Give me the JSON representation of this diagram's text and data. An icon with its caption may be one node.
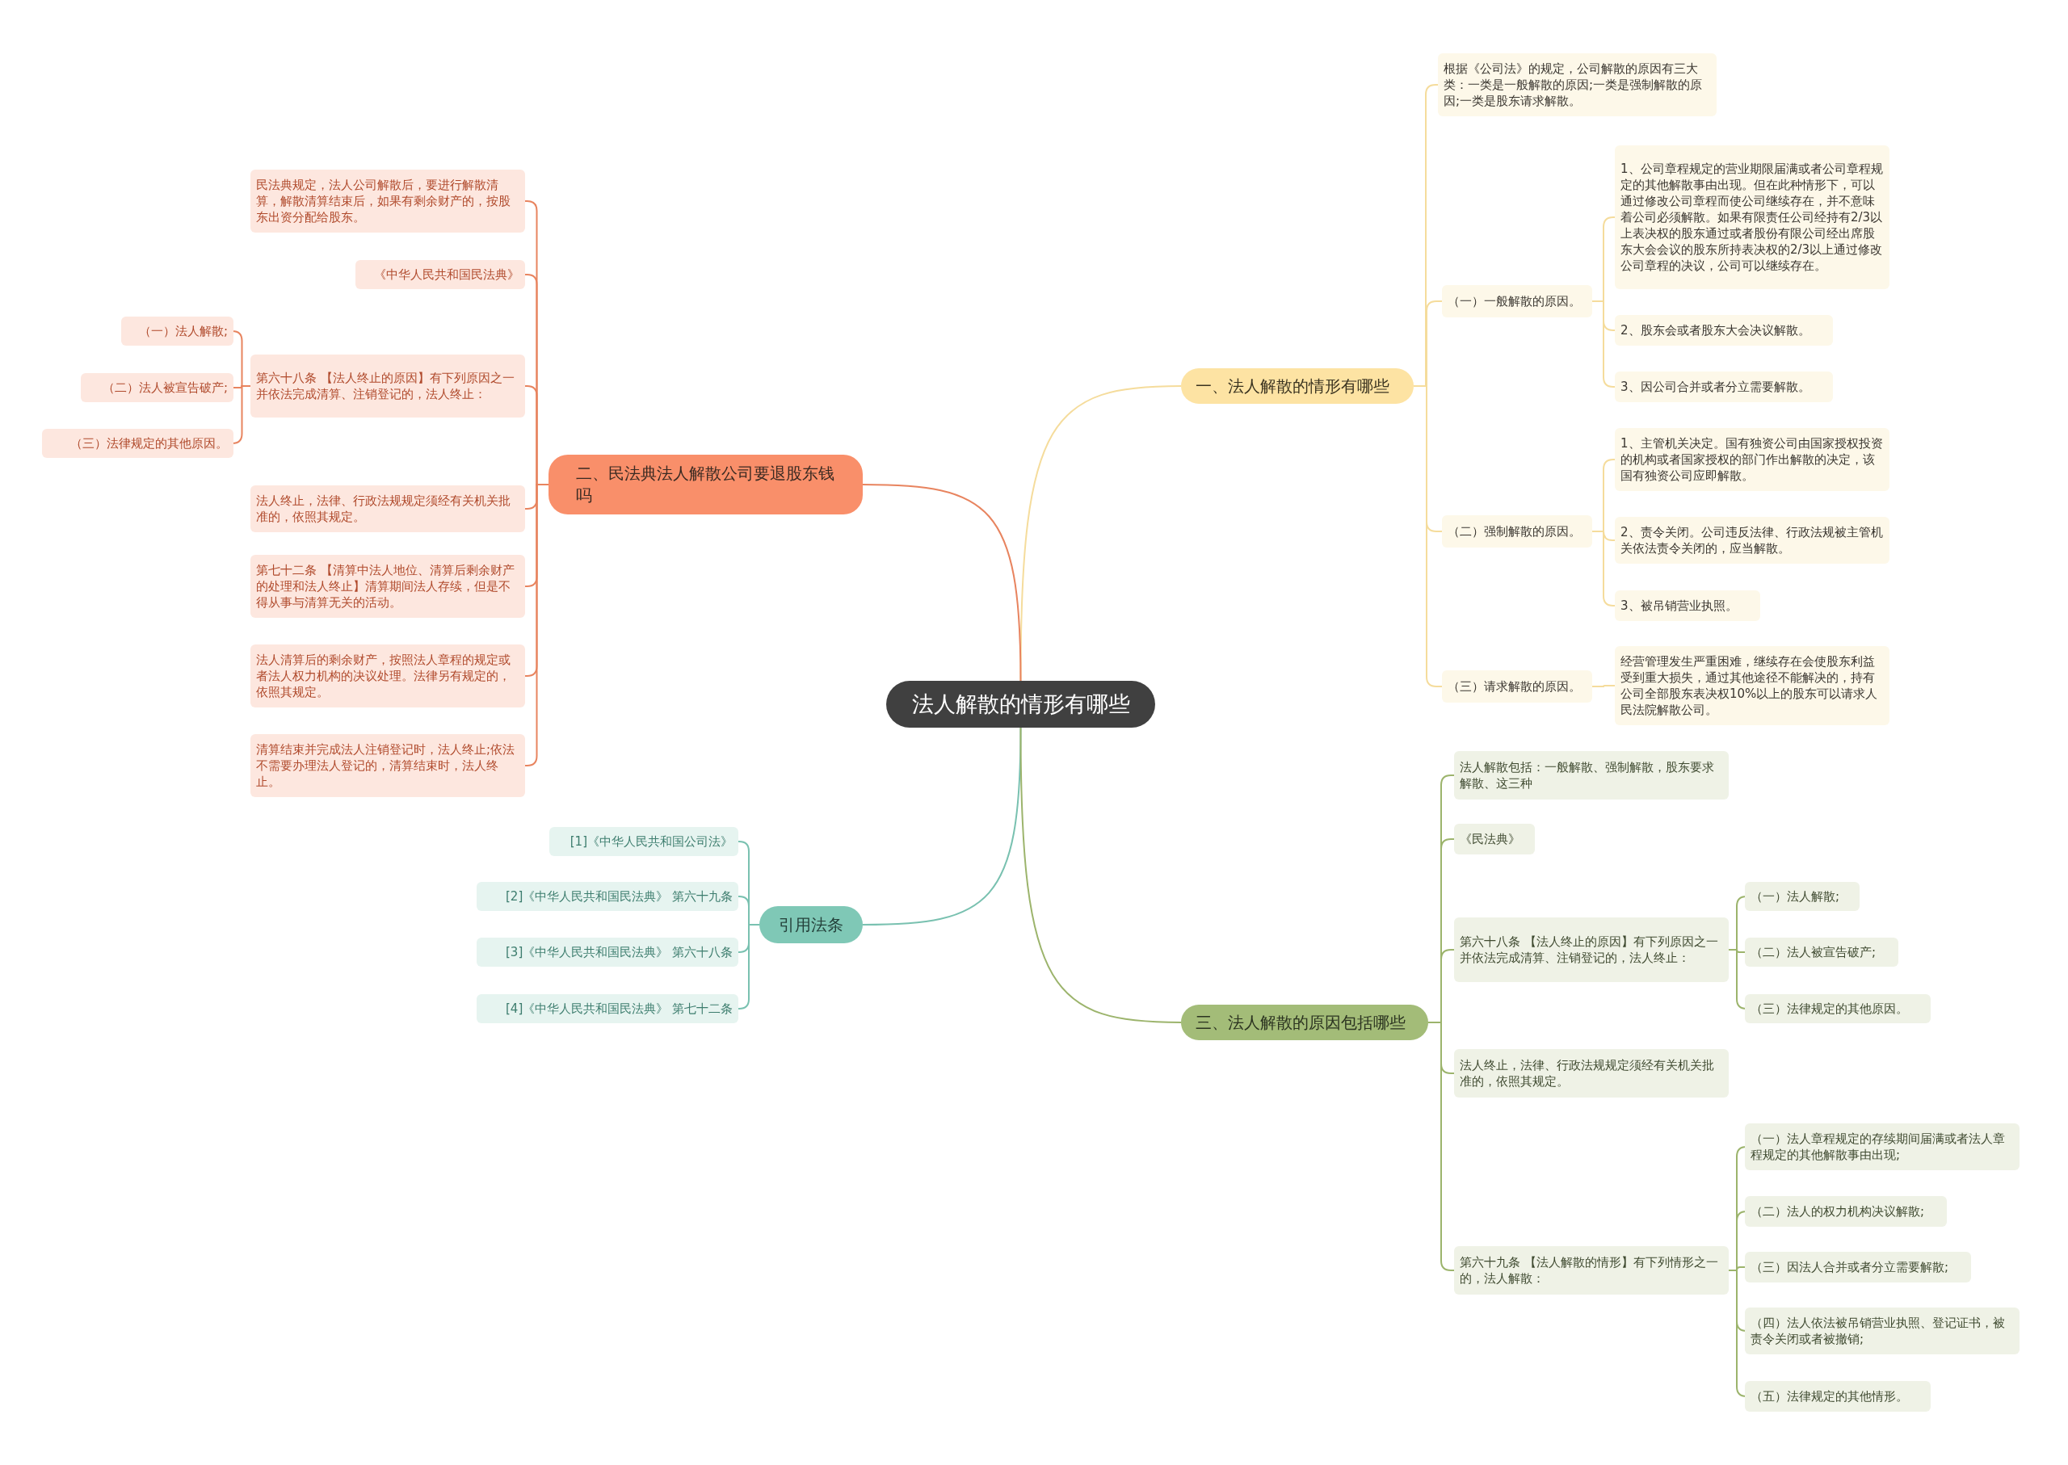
{
  "diagram": {
    "nodes": [
      {
        "text": [
          "法人解散的情形有哪些"
        ]
      },
      {
        "text": [
          "一、法人解散的情形有哪些"
        ]
      },
      {
        "text": [
          "根据《公司法》的规定，公司解散的原因有三大类：一类是一般解散的原因;一类是强制解散的原因;一类是股东请求解散。"
        ]
      },
      {
        "text": [
          "（一）一般解散的原因。"
        ]
      },
      {
        "text": [
          "1、公司章程规定的营业期限届满或者公司章程规定的其他解散事由出现。但在此种情形下，可以通过修改公司章程而使公司继续存在，并不意味着公司必须解散。如果有限责任公司经持有2/3以上表决权的股东通过或者股份有限公司经出席股东大会会议的股东所持表决权的2/3以上通过修改公司章程的决议，公司可以继续存在。"
        ]
      },
      {
        "text": [
          "2、股东会或者股东大会决议解散。"
        ]
      },
      {
        "text": [
          "3、因公司合并或者分立需要解散。"
        ]
      },
      {
        "text": [
          "（二）强制解散的原因。"
        ]
      },
      {
        "text": [
          "1、主管机关决定。国有独资公司由国家授权投资的机构或者国家授权的部门作出解散的决定，该国有独资公司应即解散。"
        ]
      },
      {
        "text": [
          "2、责令关闭。公司违反法律、行政法规被主管机关依法责令关闭的，应当解散。"
        ]
      },
      {
        "text": [
          "3、被吊销营业执照。"
        ]
      },
      {
        "text": [
          "（三）请求解散的原因。"
        ]
      },
      {
        "text": [
          "经营管理发生严重困难，继续存在会使股东利益受到重大损失，通过其他途径不能解决的，持有公司全部股东表决权10%以上的股东可以请求人民法院解散公司。"
        ]
      },
      {
        "text": [
          "二、民法典法人解散公司要退股东钱吗"
        ]
      },
      {
        "text": [
          "民法典规定，法人公司解散后，要进行解散清算，解散清算结束后，如果有剩余财产的，按股东出资分配给股东。"
        ]
      },
      {
        "text": [
          "《中华人民共和国民法典》"
        ]
      },
      {
        "text": [
          "第六十八条 【法人终止的原因】有下列原因之一并依法完成清算、注销登记的，法人终止："
        ]
      },
      {
        "text": [
          "（一）法人解散;"
        ]
      },
      {
        "text": [
          "（二）法人被宣告破产;"
        ]
      },
      {
        "text": [
          "（三）法律规定的其他原因。"
        ]
      },
      {
        "text": [
          "法人终止，法律、行政法规规定须经有关机关批准的，依照其规定。"
        ]
      },
      {
        "text": [
          "第七十二条 【清算中法人地位、清算后剩余财产的处理和法人终止】清算期间法人存续，但是不得从事与清算无关的活动。"
        ]
      },
      {
        "text": [
          "法人清算后的剩余财产，按照法人章程的规定或者法人权力机构的决议处理。法律另有规定的，依照其规定。"
        ]
      },
      {
        "text": [
          "清算结束并完成法人注销登记时，法人终止;依法不需要办理法人登记的，清算结束时，法人终止。"
        ]
      },
      {
        "text": [
          "引用法条"
        ]
      },
      {
        "text": [
          "[1]《中华人民共和国公司法》"
        ]
      },
      {
        "text": [
          "[2]《中华人民共和国民法典》 第六十九条"
        ]
      },
      {
        "text": [
          "[3]《中华人民共和国民法典》 第六十八条"
        ]
      },
      {
        "text": [
          "[4]《中华人民共和国民法典》 第七十二条"
        ]
      },
      {
        "text": [
          "三、法人解散的原因包括哪些"
        ]
      },
      {
        "text": [
          "法人解散包括：一般解散、强制解散，股东要求解散、这三种"
        ]
      },
      {
        "text": [
          "《民法典》"
        ]
      },
      {
        "text": [
          "第六十八条 【法人终止的原因】有下列原因之一并依法完成清算、注销登记的，法人终止："
        ]
      },
      {
        "text": [
          "（一）法人解散;"
        ]
      },
      {
        "text": [
          "（二）法人被宣告破产;"
        ]
      },
      {
        "text": [
          "（三）法律规定的其他原因。"
        ]
      },
      {
        "text": [
          "法人终止，法律、行政法规规定须经有关机关批准的，依照其规定。"
        ]
      },
      {
        "text": [
          "第六十九条 【法人解散的情形】有下列情形之一的，法人解散："
        ]
      },
      {
        "text": [
          "（一）法人章程规定的存续期间届满或者法人章程规定的其他解散事由出现;"
        ]
      },
      {
        "text": [
          "（二）法人的权力机构决议解散;"
        ]
      },
      {
        "text": [
          "（三）因法人合并或者分立需要解散;"
        ]
      },
      {
        "text": [
          "（四）法人依法被吊销营业执照、登记证书，被责令关闭或者被撤销;"
        ]
      },
      {
        "text": [
          "（五）法律规定的其他情形。"
        ]
      }
    ],
    "edges": [
      {
        "from": 0,
        "to": 1,
        "arrow": "none",
        "color": "#f5dc9c"
      },
      {
        "from": 0,
        "to": 13,
        "arrow": "none",
        "color": "#e8845f"
      },
      {
        "from": 0,
        "to": 24,
        "arrow": "none",
        "color": "#79c1b0"
      },
      {
        "from": 0,
        "to": 29,
        "arrow": "none",
        "color": "#9cb46c"
      },
      {
        "from": 1,
        "to": 2,
        "arrow": "none",
        "color": "#f5dc9c"
      },
      {
        "from": 1,
        "to": 3,
        "arrow": "none",
        "color": "#f5dc9c"
      },
      {
        "from": 1,
        "to": 7,
        "arrow": "none",
        "color": "#f5dc9c"
      },
      {
        "from": 1,
        "to": 11,
        "arrow": "none",
        "color": "#f5dc9c"
      },
      {
        "from": 3,
        "to": 4,
        "arrow": "none",
        "color": "#f5dc9c"
      },
      {
        "from": 3,
        "to": 5,
        "arrow": "none",
        "color": "#f5dc9c"
      },
      {
        "from": 3,
        "to": 6,
        "arrow": "none",
        "color": "#f5dc9c"
      },
      {
        "from": 7,
        "to": 8,
        "arrow": "none",
        "color": "#f5dc9c"
      },
      {
        "from": 7,
        "to": 9,
        "arrow": "none",
        "color": "#f5dc9c"
      },
      {
        "from": 7,
        "to": 10,
        "arrow": "none",
        "color": "#f5dc9c"
      },
      {
        "from": 11,
        "to": 12,
        "arrow": "none",
        "color": "#f5dc9c"
      },
      {
        "from": 13,
        "to": 14,
        "arrow": "none",
        "color": "#e8845f"
      },
      {
        "from": 13,
        "to": 15,
        "arrow": "none",
        "color": "#e8845f"
      },
      {
        "from": 13,
        "to": 16,
        "arrow": "none",
        "color": "#e8845f"
      },
      {
        "from": 13,
        "to": 20,
        "arrow": "none",
        "color": "#e8845f"
      },
      {
        "from": 13,
        "to": 21,
        "arrow": "none",
        "color": "#e8845f"
      },
      {
        "from": 13,
        "to": 22,
        "arrow": "none",
        "color": "#e8845f"
      },
      {
        "from": 13,
        "to": 23,
        "arrow": "none",
        "color": "#e8845f"
      },
      {
        "from": 16,
        "to": 17,
        "arrow": "none",
        "color": "#e8845f"
      },
      {
        "from": 16,
        "to": 18,
        "arrow": "none",
        "color": "#e8845f"
      },
      {
        "from": 16,
        "to": 19,
        "arrow": "none",
        "color": "#e8845f"
      },
      {
        "from": 24,
        "to": 25,
        "arrow": "none",
        "color": "#79c1b0"
      },
      {
        "from": 24,
        "to": 26,
        "arrow": "none",
        "color": "#79c1b0"
      },
      {
        "from": 24,
        "to": 27,
        "arrow": "none",
        "color": "#79c1b0"
      },
      {
        "from": 24,
        "to": 28,
        "arrow": "none",
        "color": "#79c1b0"
      },
      {
        "from": 29,
        "to": 30,
        "arrow": "none",
        "color": "#9cb46c"
      },
      {
        "from": 29,
        "to": 31,
        "arrow": "none",
        "color": "#9cb46c"
      },
      {
        "from": 29,
        "to": 32,
        "arrow": "none",
        "color": "#9cb46c"
      },
      {
        "from": 29,
        "to": 36,
        "arrow": "none",
        "color": "#9cb46c"
      },
      {
        "from": 29,
        "to": 37,
        "arrow": "none",
        "color": "#9cb46c"
      },
      {
        "from": 32,
        "to": 33,
        "arrow": "none",
        "color": "#9cb46c"
      },
      {
        "from": 32,
        "to": 34,
        "arrow": "none",
        "color": "#9cb46c"
      },
      {
        "from": 32,
        "to": 35,
        "arrow": "none",
        "color": "#9cb46c"
      },
      {
        "from": 37,
        "to": 38,
        "arrow": "none",
        "color": "#9cb46c"
      },
      {
        "from": 37,
        "to": 39,
        "arrow": "none",
        "color": "#9cb46c"
      },
      {
        "from": 37,
        "to": 40,
        "arrow": "none",
        "color": "#9cb46c"
      },
      {
        "from": 37,
        "to": 41,
        "arrow": "none",
        "color": "#9cb46c"
      },
      {
        "from": 37,
        "to": 42,
        "arrow": "none",
        "color": "#9cb46c"
      }
    ]
  }
}
